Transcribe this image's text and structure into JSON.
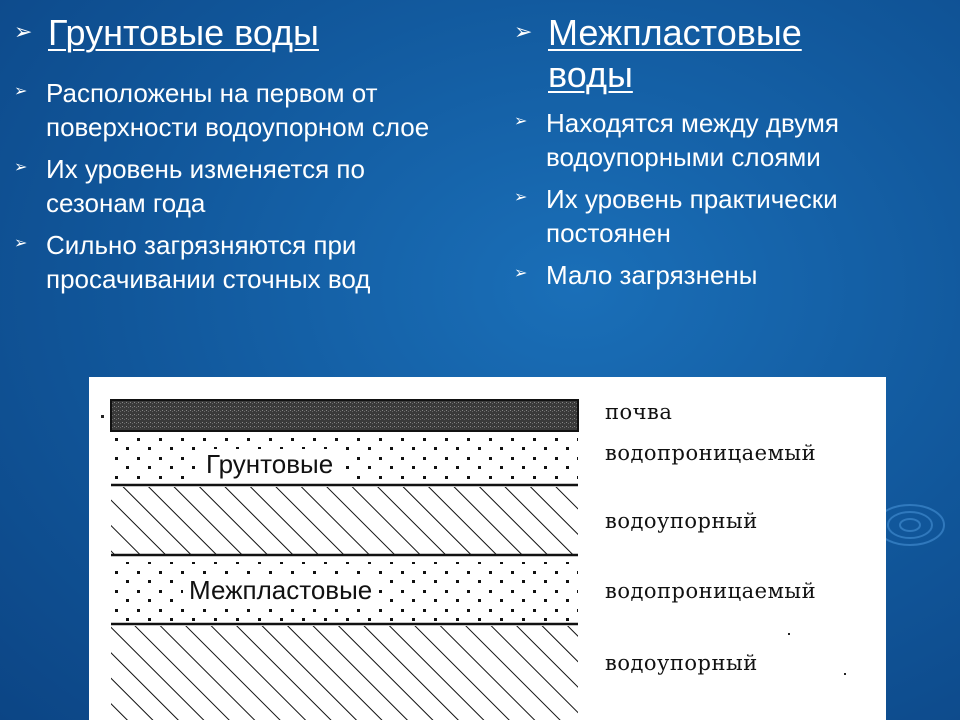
{
  "left": {
    "title": "Грунтовые воды",
    "items": [
      "Расположены на первом от поверхности  водоупорном слое",
      "Их уровень изменяется по сезонам года",
      "Сильно загрязняются при просачивании сточных вод"
    ]
  },
  "right": {
    "title": "Межпластовые воды",
    "items": [
      "Находятся между двумя водоупорными слоями",
      "Их уровень практически постоянен",
      "Мало загрязнены"
    ]
  },
  "bullet": "➢",
  "diagram": {
    "inner_labels": [
      "Грунтовые",
      "Межпластовые"
    ],
    "layer_labels": [
      "почва",
      "водопроницаемый",
      "водоупорный",
      "водопроницаемый",
      "водоупорный"
    ]
  }
}
